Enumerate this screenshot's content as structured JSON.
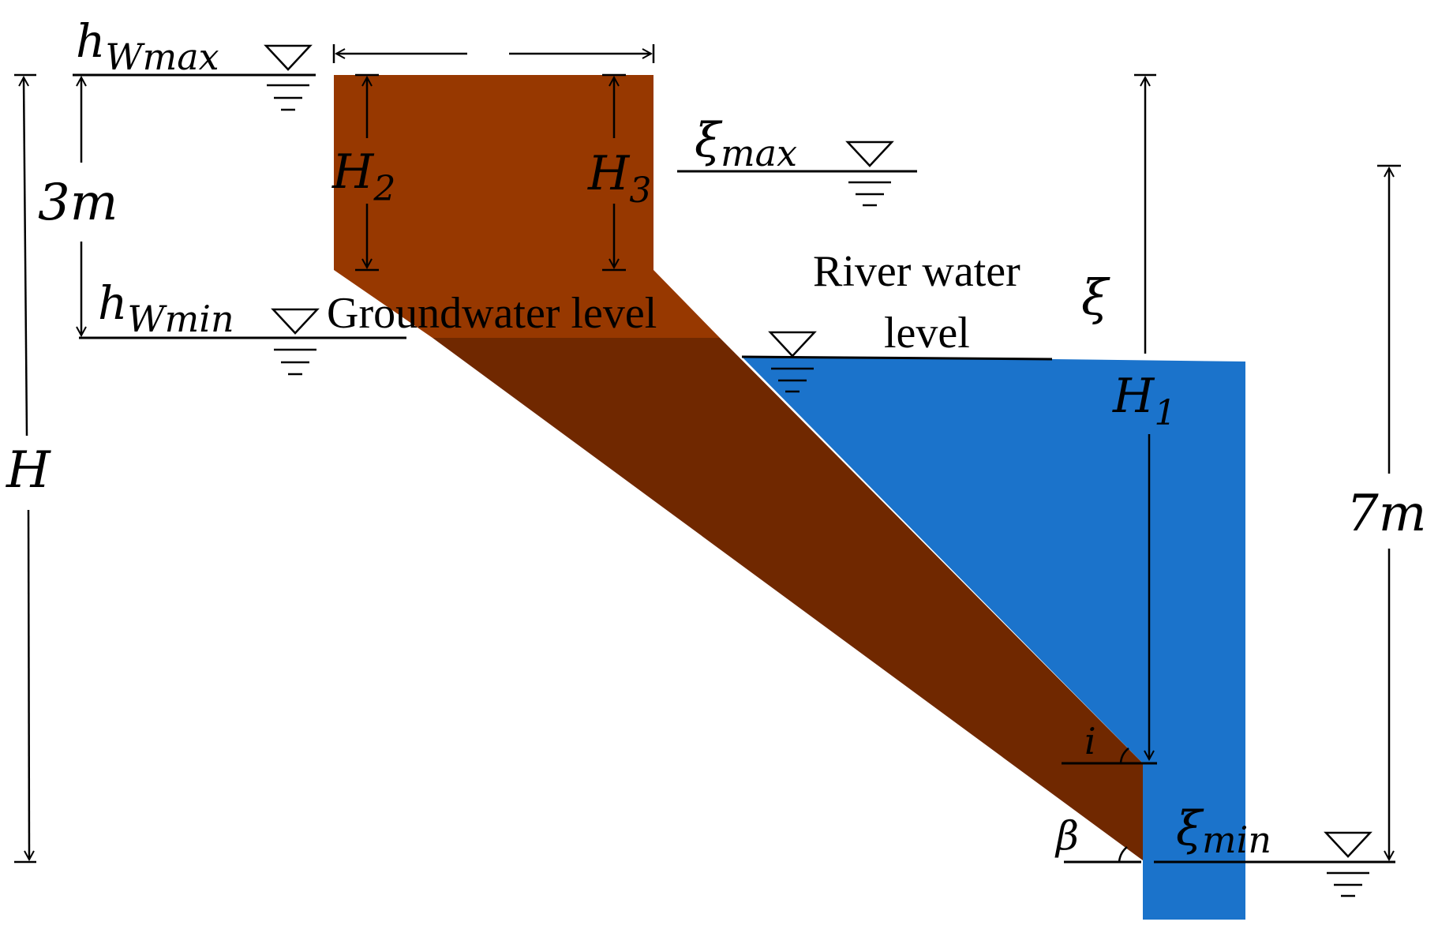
{
  "colors": {
    "soil_upper": "#973800",
    "soil_lower": "#702800",
    "water": "#1b73cb",
    "ink": "#000000"
  },
  "labels": {
    "hw_max": {
      "base": "h",
      "sub": "Wmax"
    },
    "hw_min": {
      "base": "h",
      "sub": "Wmin"
    },
    "h2": {
      "base": "H",
      "sub": "2"
    },
    "h3": {
      "base": "H",
      "sub": "3"
    },
    "h1": {
      "base": "H",
      "sub": "1"
    },
    "xi_max": {
      "base": "ξ",
      "sub": "max"
    },
    "xi_min": {
      "base": "ξ",
      "sub": "min"
    },
    "xi": "ξ",
    "big_h": "H",
    "three_m": "3m",
    "seven_m": "7m",
    "groundwater_level": "Groundwater level",
    "river_water_line1": "River water",
    "river_water_line2": "level",
    "angle_i": "i",
    "angle_beta": "β"
  },
  "icons": [
    "water-level-triangle-icon"
  ]
}
